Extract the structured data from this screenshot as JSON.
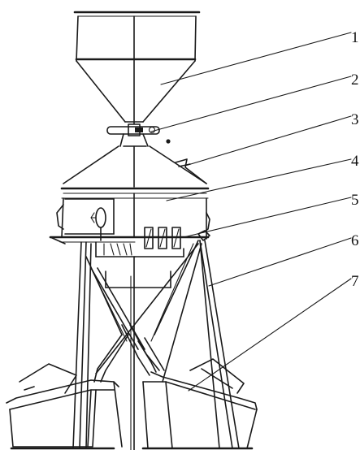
{
  "labels": [
    {
      "id": "1",
      "text": "1"
    },
    {
      "id": "2",
      "text": "2"
    },
    {
      "id": "3",
      "text": "3"
    },
    {
      "id": "4",
      "text": "4"
    },
    {
      "id": "5",
      "text": "5"
    },
    {
      "id": "6",
      "text": "6"
    },
    {
      "id": "7",
      "text": "7"
    }
  ],
  "colors": {
    "line": "#1a1a1a",
    "background": "#ffffff"
  }
}
